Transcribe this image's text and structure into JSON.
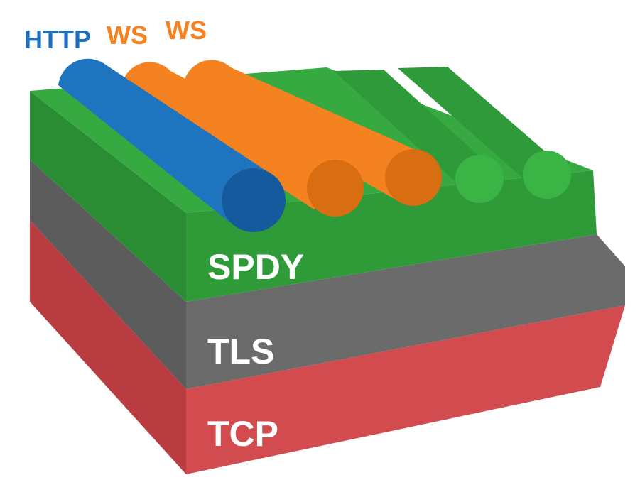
{
  "protocols": [
    {
      "label": "HTTP",
      "color": "#1f6fbd"
    },
    {
      "label": "WS",
      "color": "#f58220"
    },
    {
      "label": "WS",
      "color": "#f58220"
    }
  ],
  "layers": [
    {
      "label": "SPDY",
      "color": "#2e9b38"
    },
    {
      "label": "TLS",
      "color": "#6b6b6b"
    },
    {
      "label": "TCP",
      "color": "#d24b4e"
    }
  ]
}
